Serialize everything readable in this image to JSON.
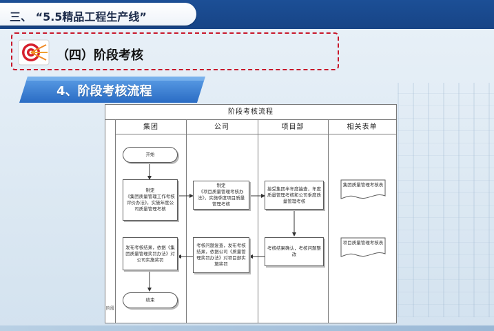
{
  "header": {
    "title": "三、 “5.5精品工程生产线”"
  },
  "section": {
    "title": "（四）阶段考核",
    "icon": "target-icon"
  },
  "banner": {
    "title": "4、阶段考核流程"
  },
  "diagram": {
    "title": "阶段考核流程",
    "lanes": [
      "集团",
      "公司",
      "项目部",
      "相关表单"
    ],
    "stage_label": "阶段",
    "nodes": {
      "start": "开始",
      "group_formulate": "制定\n《集团质量管理工作考核评价办法》，实施年度公司质量管理考核",
      "company_formulate": "制定\n《项目质量管理考核办法》，实施季度项目质量管理考核",
      "project_accept": "接受集团半年度抽查，年度质量管理考核和公司季度质量管理考核",
      "project_confirm": "考核结果确认，考核问题整改",
      "company_review": "考核问题复查，发布考核结果，依据公司《质量管理奖罚办法》对项目部实施奖罚",
      "group_publish": "发布考核结果，依据《集团质量管理奖罚办法》对公司实施奖罚",
      "end": "结束",
      "form_group": "集团质量管理考核表",
      "form_project": "项目质量管理考核表"
    }
  }
}
